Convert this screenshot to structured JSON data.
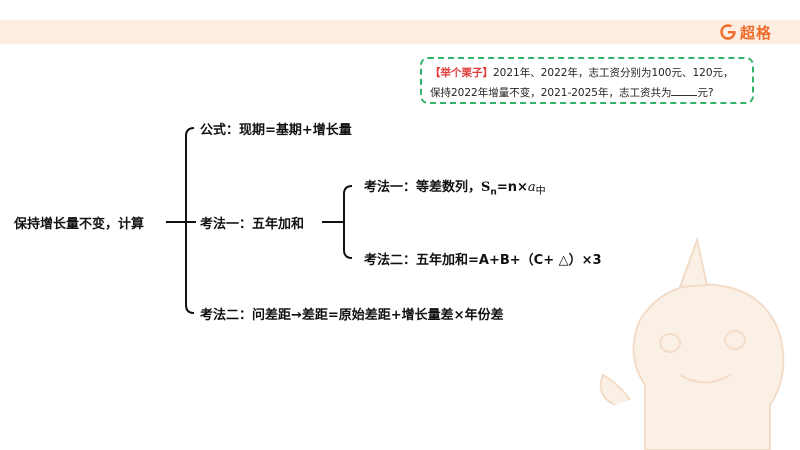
{
  "brand": {
    "name": "超格",
    "accent": "#f06c2c"
  },
  "example": {
    "tag": "【举个栗子】",
    "line1": "2021年、2022年，志工资分别为100元、120元，",
    "line2_pre": "保持2022年增量不变，2021-2025年，志工资共为",
    "line2_post": "元?"
  },
  "diagram": {
    "root": "保持增长量不变，计算",
    "formula": "公式：现期=基期+增长量",
    "method1": "考法一：五年加和",
    "method1_sub1_pre": "考法一：等差数列，",
    "method1_sub1_S": "S",
    "method1_sub1_n": "n",
    "method1_sub1_mid": "=n×",
    "method1_sub1_a": "a",
    "method1_sub1_zh": "中",
    "method1_sub2": "考法二：五年加和=A+B+（C+ △）×3",
    "method2": "考法二：问差距→差距=原始差距+增长量差×年份差"
  },
  "colors": {
    "band": "#fdeee2",
    "box_border": "#31b36b",
    "tag": "#e23b3b",
    "line": "#111111"
  }
}
